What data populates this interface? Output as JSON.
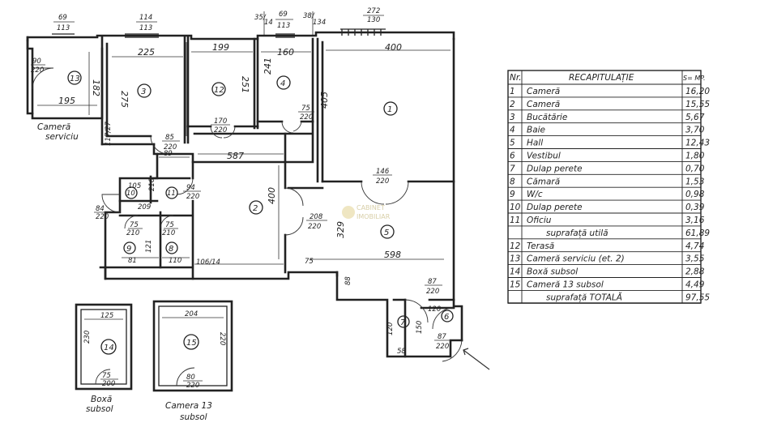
{
  "top_dims": [
    {
      "a": "69",
      "b": "113"
    },
    {
      "a": "114",
      "b": "113"
    },
    {
      "a": "35/",
      "b": "14"
    },
    {
      "a": "69",
      "b": "113"
    },
    {
      "a": "38/",
      "b": "134"
    },
    {
      "a": "272",
      "b": "130"
    }
  ],
  "rooms": [
    {
      "n": "1"
    },
    {
      "n": "2"
    },
    {
      "n": "3"
    },
    {
      "n": "4"
    },
    {
      "n": "5"
    },
    {
      "n": "6"
    },
    {
      "n": "7"
    },
    {
      "n": "8"
    },
    {
      "n": "9"
    },
    {
      "n": "10"
    },
    {
      "n": "11"
    },
    {
      "n": "12"
    },
    {
      "n": "13"
    },
    {
      "n": "14"
    },
    {
      "n": "15"
    }
  ],
  "dims": {
    "d225": "225",
    "d199": "199",
    "d160": "160",
    "d400": "400",
    "d90": "90",
    "d220a": "220",
    "d182": "182",
    "d195": "195",
    "d275": "275",
    "d251": "251",
    "d241": "241",
    "d75a": "75",
    "d220b": "220",
    "d405": "405",
    "d117_27": "117/27",
    "d85": "85",
    "d220c": "220",
    "d170": "170",
    "d220d": "220",
    "d89": "89",
    "d587": "587",
    "d146": "146",
    "d220e": "220",
    "d105": "105",
    "d94": "94",
    "d220f": "220",
    "d210": "210",
    "d400b": "400",
    "d208": "208",
    "d220g": "220",
    "d84": "84",
    "d220h": "220",
    "d329": "329",
    "d75b": "75",
    "d210b": "210",
    "d75c": "75",
    "d210c": "210",
    "d81": "81",
    "d121": "121",
    "d110": "110",
    "d106_14": "106/14",
    "d75d": "75",
    "d598": "598",
    "d88": "88",
    "d87a": "87",
    "d220i": "220",
    "d120": "120",
    "d150": "150",
    "d120b": "120",
    "d58": "58",
    "d87b": "87",
    "d220j": "220",
    "d125": "125",
    "d230": "230",
    "d75e": "75",
    "d200": "200",
    "d204": "204",
    "d220k": "220",
    "d80": "80",
    "d220l": "220",
    "d209": "209"
  },
  "labels": {
    "camera_serviciu_1": "Cameră",
    "camera_serviciu_2": "serviciu",
    "boxa_1": "Boxă",
    "boxa_2": "subsol",
    "camera13_1": "Camera 13",
    "camera13_2": "subsol"
  },
  "watermark": {
    "line1": "CABINET",
    "line2": "IMOBILIAR"
  },
  "table": {
    "head_nr": "Nr.",
    "head_title": "RECAPITULAȚIE",
    "head_unit": "S= MP.",
    "rows": [
      {
        "nr": "1",
        "name": "Cameră",
        "val": "16,20"
      },
      {
        "nr": "2",
        "name": "Cameră",
        "val": "15,55"
      },
      {
        "nr": "3",
        "name": "Bucătărie",
        "val": "5,67"
      },
      {
        "nr": "4",
        "name": "Baie",
        "val": "3,70"
      },
      {
        "nr": "5",
        "name": "Hall",
        "val": "12,43"
      },
      {
        "nr": "6",
        "name": "Vestibul",
        "val": "1,80"
      },
      {
        "nr": "7",
        "name": "Dulap perete",
        "val": "0,70"
      },
      {
        "nr": "8",
        "name": "Cămară",
        "val": "1,53"
      },
      {
        "nr": "9",
        "name": "W/c",
        "val": "0,98"
      },
      {
        "nr": "10",
        "name": "Dulap perete",
        "val": "0,39"
      },
      {
        "nr": "11",
        "name": "Oficiu",
        "val": "3,16"
      },
      {
        "nr": "",
        "name": "suprafață utilă",
        "val": "61,89"
      },
      {
        "nr": "12",
        "name": "Terasă",
        "val": "4,74"
      },
      {
        "nr": "13",
        "name": "Cameră serviciu (et. 2)",
        "val": "3,55"
      },
      {
        "nr": "14",
        "name": "Boxă subsol",
        "val": "2,88"
      },
      {
        "nr": "15",
        "name": "Cameră 13 subsol",
        "val": "4,49"
      },
      {
        "nr": "",
        "name": "suprafață TOTALĂ",
        "val": "97,55"
      }
    ]
  }
}
